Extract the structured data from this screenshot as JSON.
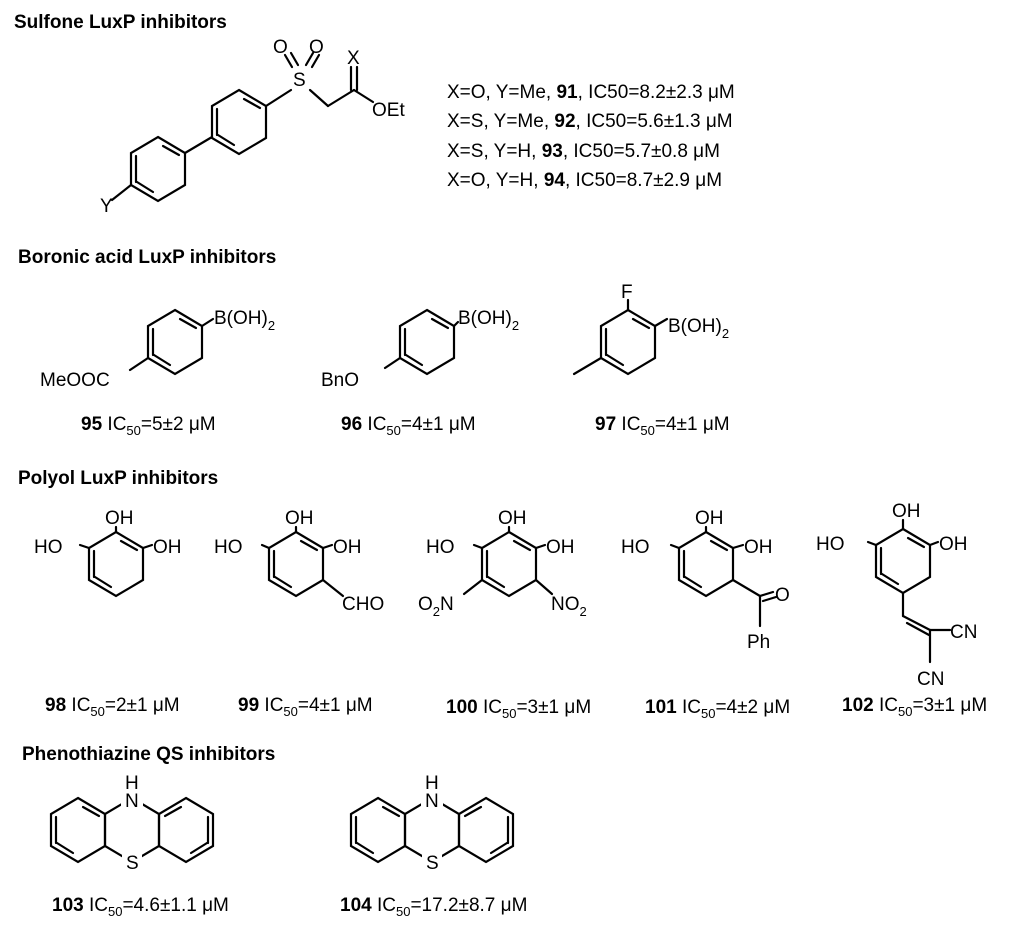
{
  "sections": {
    "sulfone": "Sulfone LuxP inhibitors",
    "boronic": "Boronic acid LuxP inhibitors",
    "polyol": "Polyol LuxP inhibitors",
    "phenothiazine": "Phenothiazine QS inhibitors"
  },
  "sulfone": {
    "atoms": {
      "x": "X",
      "y": "Y",
      "s": "S",
      "o1": "O",
      "o2": "O",
      "oet": "OEt"
    },
    "variants": [
      {
        "pre": "X=O, Y=Me, ",
        "num": "91",
        "post": ", IC50=8.2±2.3 μM"
      },
      {
        "pre": "X=S, Y=Me, ",
        "num": "92",
        "post": ", IC50=5.6±1.3 μM"
      },
      {
        "pre": "X=S, Y=H, ",
        "num": "93",
        "post": ", IC50=5.7±0.8 μM"
      },
      {
        "pre": "X=O, Y=H, ",
        "num": "94",
        "post": ", IC50=8.7±2.9 μM"
      }
    ]
  },
  "boronic": {
    "b95": "B(OH)",
    "s95": "2",
    "g95": "MeOOC",
    "b96": "B(OH)",
    "s96": "2",
    "g96": "BnO",
    "b97": "B(OH)",
    "s97": "2",
    "f97": "F"
  },
  "polyol": {
    "oh": "OH",
    "ho": "HO",
    "cho": "CHO",
    "o2n_o": "O",
    "o2n_2": "2",
    "o2n_n": "N",
    "no2_n": "NO",
    "no2_2": "2",
    "o": "O",
    "ph": "Ph",
    "cn": "CN"
  },
  "pheno": {
    "h": "H",
    "n": "N",
    "s": "S"
  },
  "captions": {
    "c95": {
      "num": "95",
      "a": " IC",
      "sub": "50",
      "b": "=5±2 μM"
    },
    "c96": {
      "num": "96",
      "a": " IC",
      "sub": "50",
      "b": "=4±1 μM"
    },
    "c97": {
      "num": "97",
      "a": " IC",
      "sub": "50",
      "b": "=4±1 μM"
    },
    "c98": {
      "num": "98",
      "a": " IC",
      "sub": "50",
      "b": "=2±1 μM"
    },
    "c99": {
      "num": "99",
      "a": " IC",
      "sub": "50",
      "b": "=4±1 μM"
    },
    "c100": {
      "num": "100",
      "a": " IC",
      "sub": "50",
      "b": "=3±1 μM"
    },
    "c101": {
      "num": "101",
      "a": " IC",
      "sub": "50",
      "b": "=4±2 μM"
    },
    "c102": {
      "num": "102",
      "a": " IC",
      "sub": "50",
      "b": "=3±1 μM"
    },
    "c103": {
      "num": "103",
      "a": " IC",
      "sub": "50",
      "b": "=4.6±1.1 μM"
    },
    "c104": {
      "num": "104",
      "a": " IC",
      "sub": "50",
      "b": "=17.2±8.7 μM"
    }
  }
}
